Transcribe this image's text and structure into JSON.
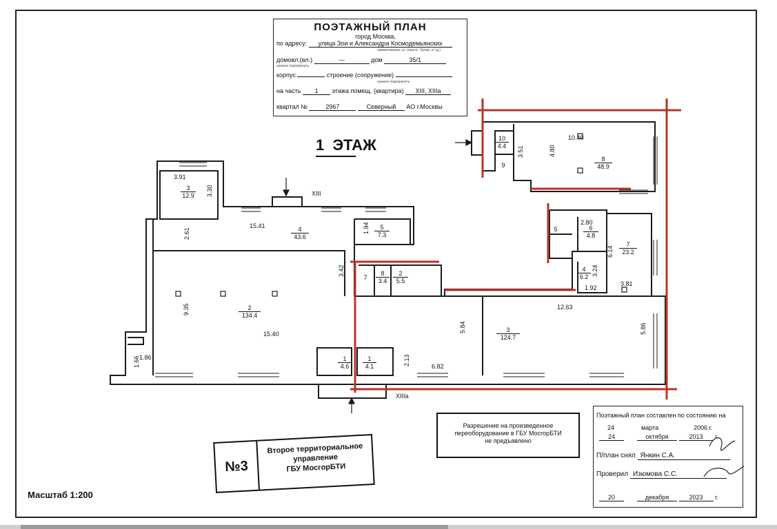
{
  "title_block": {
    "title": "ПОЭТАЖНЫЙ ПЛАН",
    "city": "город Москва,",
    "address_label": "по адресу:",
    "address_value": "улица Зои и Александра Космодемьянских",
    "address_hint": "наименование ул. (просп., бульв. и т.д.)",
    "domovl_label": "домовл.(вл.)",
    "domovl_value": "—",
    "dom_label": "дом",
    "dom_value": "35/1",
    "hint_domovl": "нужное подчеркнуть",
    "korpus_label": "корпус",
    "stroenie_label": "строение (сооружение)",
    "hint_stroenie": "нужное подчеркнуть",
    "chast_label": "на часть",
    "chast_value": "1",
    "etazh_label": "этажа помещ. (квартира)",
    "pomesh_value": "XIII, XIIIa",
    "kvartal_label": "квартал №",
    "kvartal_value": "2967",
    "okrug_value": "Северный",
    "ao_label": "АО г.Москвы"
  },
  "floor_title": "1  ЭТАЖ",
  "rooms": [
    {
      "num": "3",
      "area": "12.9"
    },
    {
      "num": "4",
      "area": "43.6"
    },
    {
      "num": "5",
      "area": "7.3"
    },
    {
      "num": "2",
      "area": "134.4"
    },
    {
      "num": "7",
      "area": ""
    },
    {
      "num": "8",
      "area": "3.4"
    },
    {
      "num": "2",
      "area": "5.5"
    },
    {
      "num": "1",
      "area": "4.6"
    },
    {
      "num": "1",
      "area": "4.1"
    },
    {
      "num": "3",
      "area": "124.7"
    },
    {
      "num": "10",
      "area": "4.4"
    },
    {
      "num": "9",
      "area": ""
    },
    {
      "num": "8",
      "area": "48.9"
    },
    {
      "num": "5",
      "area": ""
    },
    {
      "num": "6",
      "area": "4.8"
    },
    {
      "num": "7",
      "area": "23.2"
    },
    {
      "num": "4",
      "area": "6.2"
    }
  ],
  "dimensions": {
    "d391": "3.91",
    "d330": "3.30",
    "d1541": "15.41",
    "d261": "2.61",
    "d194": "1.94",
    "d342": "3.42",
    "d935": "9.35",
    "d1540": "15.40",
    "d166": "1.66",
    "d186": "1.86",
    "d213": "2.13",
    "d682": "6.82",
    "d584": "5.84",
    "d1263": "12.63",
    "d586": "5.86",
    "d1040": "10.40",
    "d480": "4.80",
    "d351": "3.51",
    "d280": "2.80",
    "d614": "6.14",
    "d324": "3.24",
    "d192": "1.92",
    "d381": "3.81"
  },
  "labels": {
    "xiii": "XIII",
    "xiiia": "XIIIa"
  },
  "note": {
    "line1": "Разрешение на произведенное",
    "line2": "переоборудование в ГБУ МосгорБТИ",
    "line3": "не предъявлено"
  },
  "stamp": {
    "number": "№3",
    "line1": "Второе территориальное",
    "line2": "управление",
    "line3": "ГБУ МосгорБТИ"
  },
  "certificate": {
    "header": "Поэтажный план составлен по состоянию на",
    "d1_day": "24",
    "d1_month": "марта",
    "d1_year": "2006 г.",
    "d2_day": "24",
    "d2_month": "октября",
    "d2_year": "2013",
    "g": "г.",
    "plan_label": "П/план снял",
    "plan_name": "Янкин С.А.",
    "checked_label": "Проверил",
    "checked_name": "Изюмова С.С.",
    "d3_day": "20",
    "d3_month": "декабря",
    "d3_year": "2023",
    "d3_g": "г."
  },
  "scale": "Масштаб 1:200",
  "colors": {
    "wall": "#1a1a1a",
    "red_boundary": "#b8332a",
    "paper": "#ffffff"
  }
}
